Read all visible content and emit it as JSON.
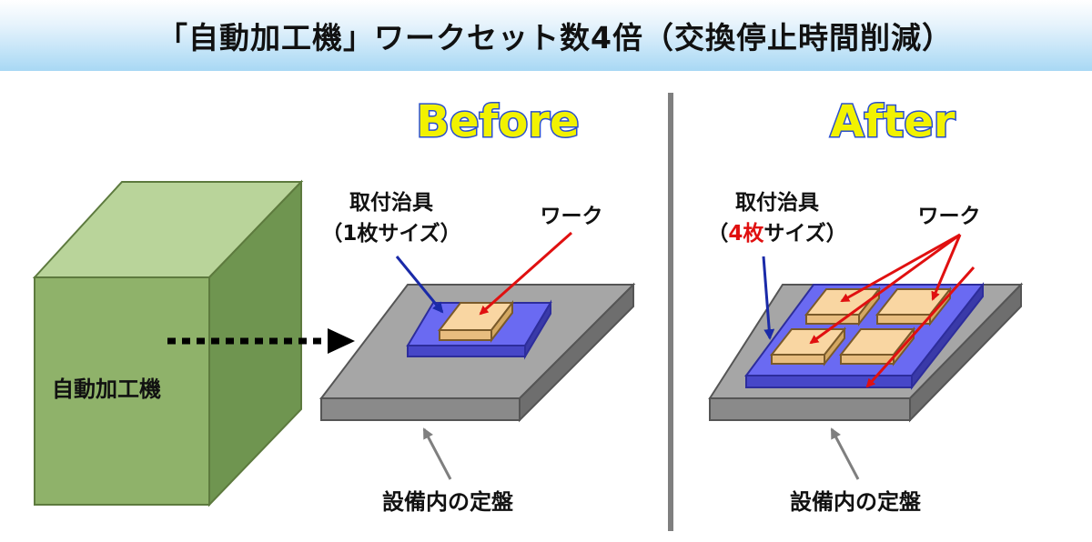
{
  "title": "「自動加工機」ワークセット数4倍（交換停止時間削減）",
  "machine_label": "自動加工機",
  "before": {
    "heading": "Before",
    "jig_label_line1": "取付治具",
    "jig_label_line2_open": "（",
    "jig_label_count": "1",
    "jig_label_line2_rest": "枚サイズ）",
    "work_label": "ワーク",
    "plate_label": "設備内の定盤"
  },
  "after": {
    "heading": "After",
    "jig_label_line1": "取付治具",
    "jig_label_line2_open": "（",
    "jig_label_count": "4枚",
    "jig_label_line2_rest": "サイズ）",
    "work_label": "ワーク",
    "plate_label": "設備内の定盤"
  },
  "colors": {
    "machine_front": "#8fb26a",
    "machine_top": "#b9d49a",
    "plate_top": "#a6a6a6",
    "jig": "#6a6af2",
    "work": "#f9d6a2",
    "arrow_red": "#e01010",
    "arrow_blue": "#1a2aa8",
    "heading_fill": "#f2f200",
    "heading_outline": "#2a4fd0",
    "divider": "#7f7f7f"
  }
}
